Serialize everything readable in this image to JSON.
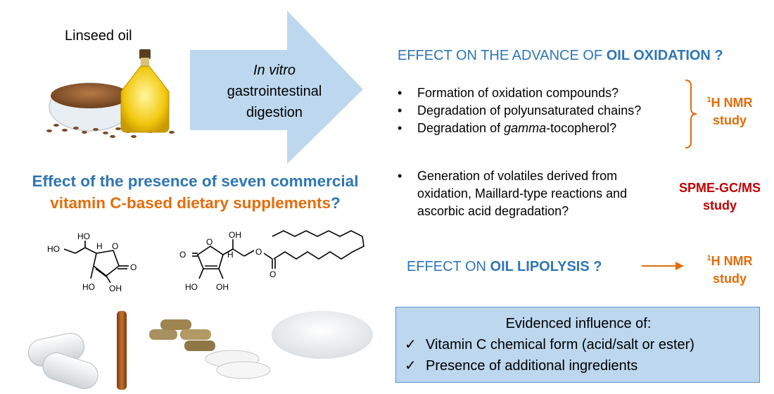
{
  "linseed_label": "Linseed oil",
  "arrow": {
    "line1": "In vitro",
    "line2": "gastrointestinal",
    "line3": "digestion"
  },
  "oxidation_heading": {
    "prefix": "EFFECT ON THE ADVANCE OF ",
    "emphasis": "OIL OXIDATION ?"
  },
  "nmr_questions": [
    {
      "text": "Formation of oxidation compounds?"
    },
    {
      "text": "Degradation of polyunsaturated chains?"
    },
    {
      "before": "Degradation of ",
      "italic": "gamma",
      "after": "-tocopherol?"
    }
  ],
  "nmr_study": {
    "sup": "1",
    "label": "H NMR",
    "line2": "study"
  },
  "gcms_question": [
    "Generation of volatiles derived from",
    "oxidation, Maillard-type reactions and",
    "ascorbic acid degradation?"
  ],
  "gcms_study": {
    "line1": "SPME-GC/MS",
    "line2": "study"
  },
  "question_block": {
    "line1": "Effect  of the presence of seven commercial",
    "line2_emphasis": "vitamin C-based dietary supplements",
    "line2_end": "?"
  },
  "lipolysis_heading": {
    "prefix": "EFFECT ON ",
    "emphasis": "OIL LIPOLYSIS ?"
  },
  "lipolysis_study": {
    "sup": "1",
    "label": "H NMR",
    "line2": "study"
  },
  "evidence_box": {
    "title": "Evidenced influence of:",
    "items": [
      "Vitamin C chemical form (acid/salt or ester)",
      "Presence of additional ingredients"
    ]
  },
  "molecule_labels": {
    "ho": "HO",
    "h": "H",
    "o": "O",
    "oh": "OH"
  },
  "icons": {
    "bullet": "•",
    "check": "✓"
  },
  "colors": {
    "blue": "#2e75b6",
    "orange": "#e46c0a",
    "dark_red": "#c00000",
    "arrow_fill": "#bdd7ee",
    "box_fill": "#bdd7ee"
  }
}
